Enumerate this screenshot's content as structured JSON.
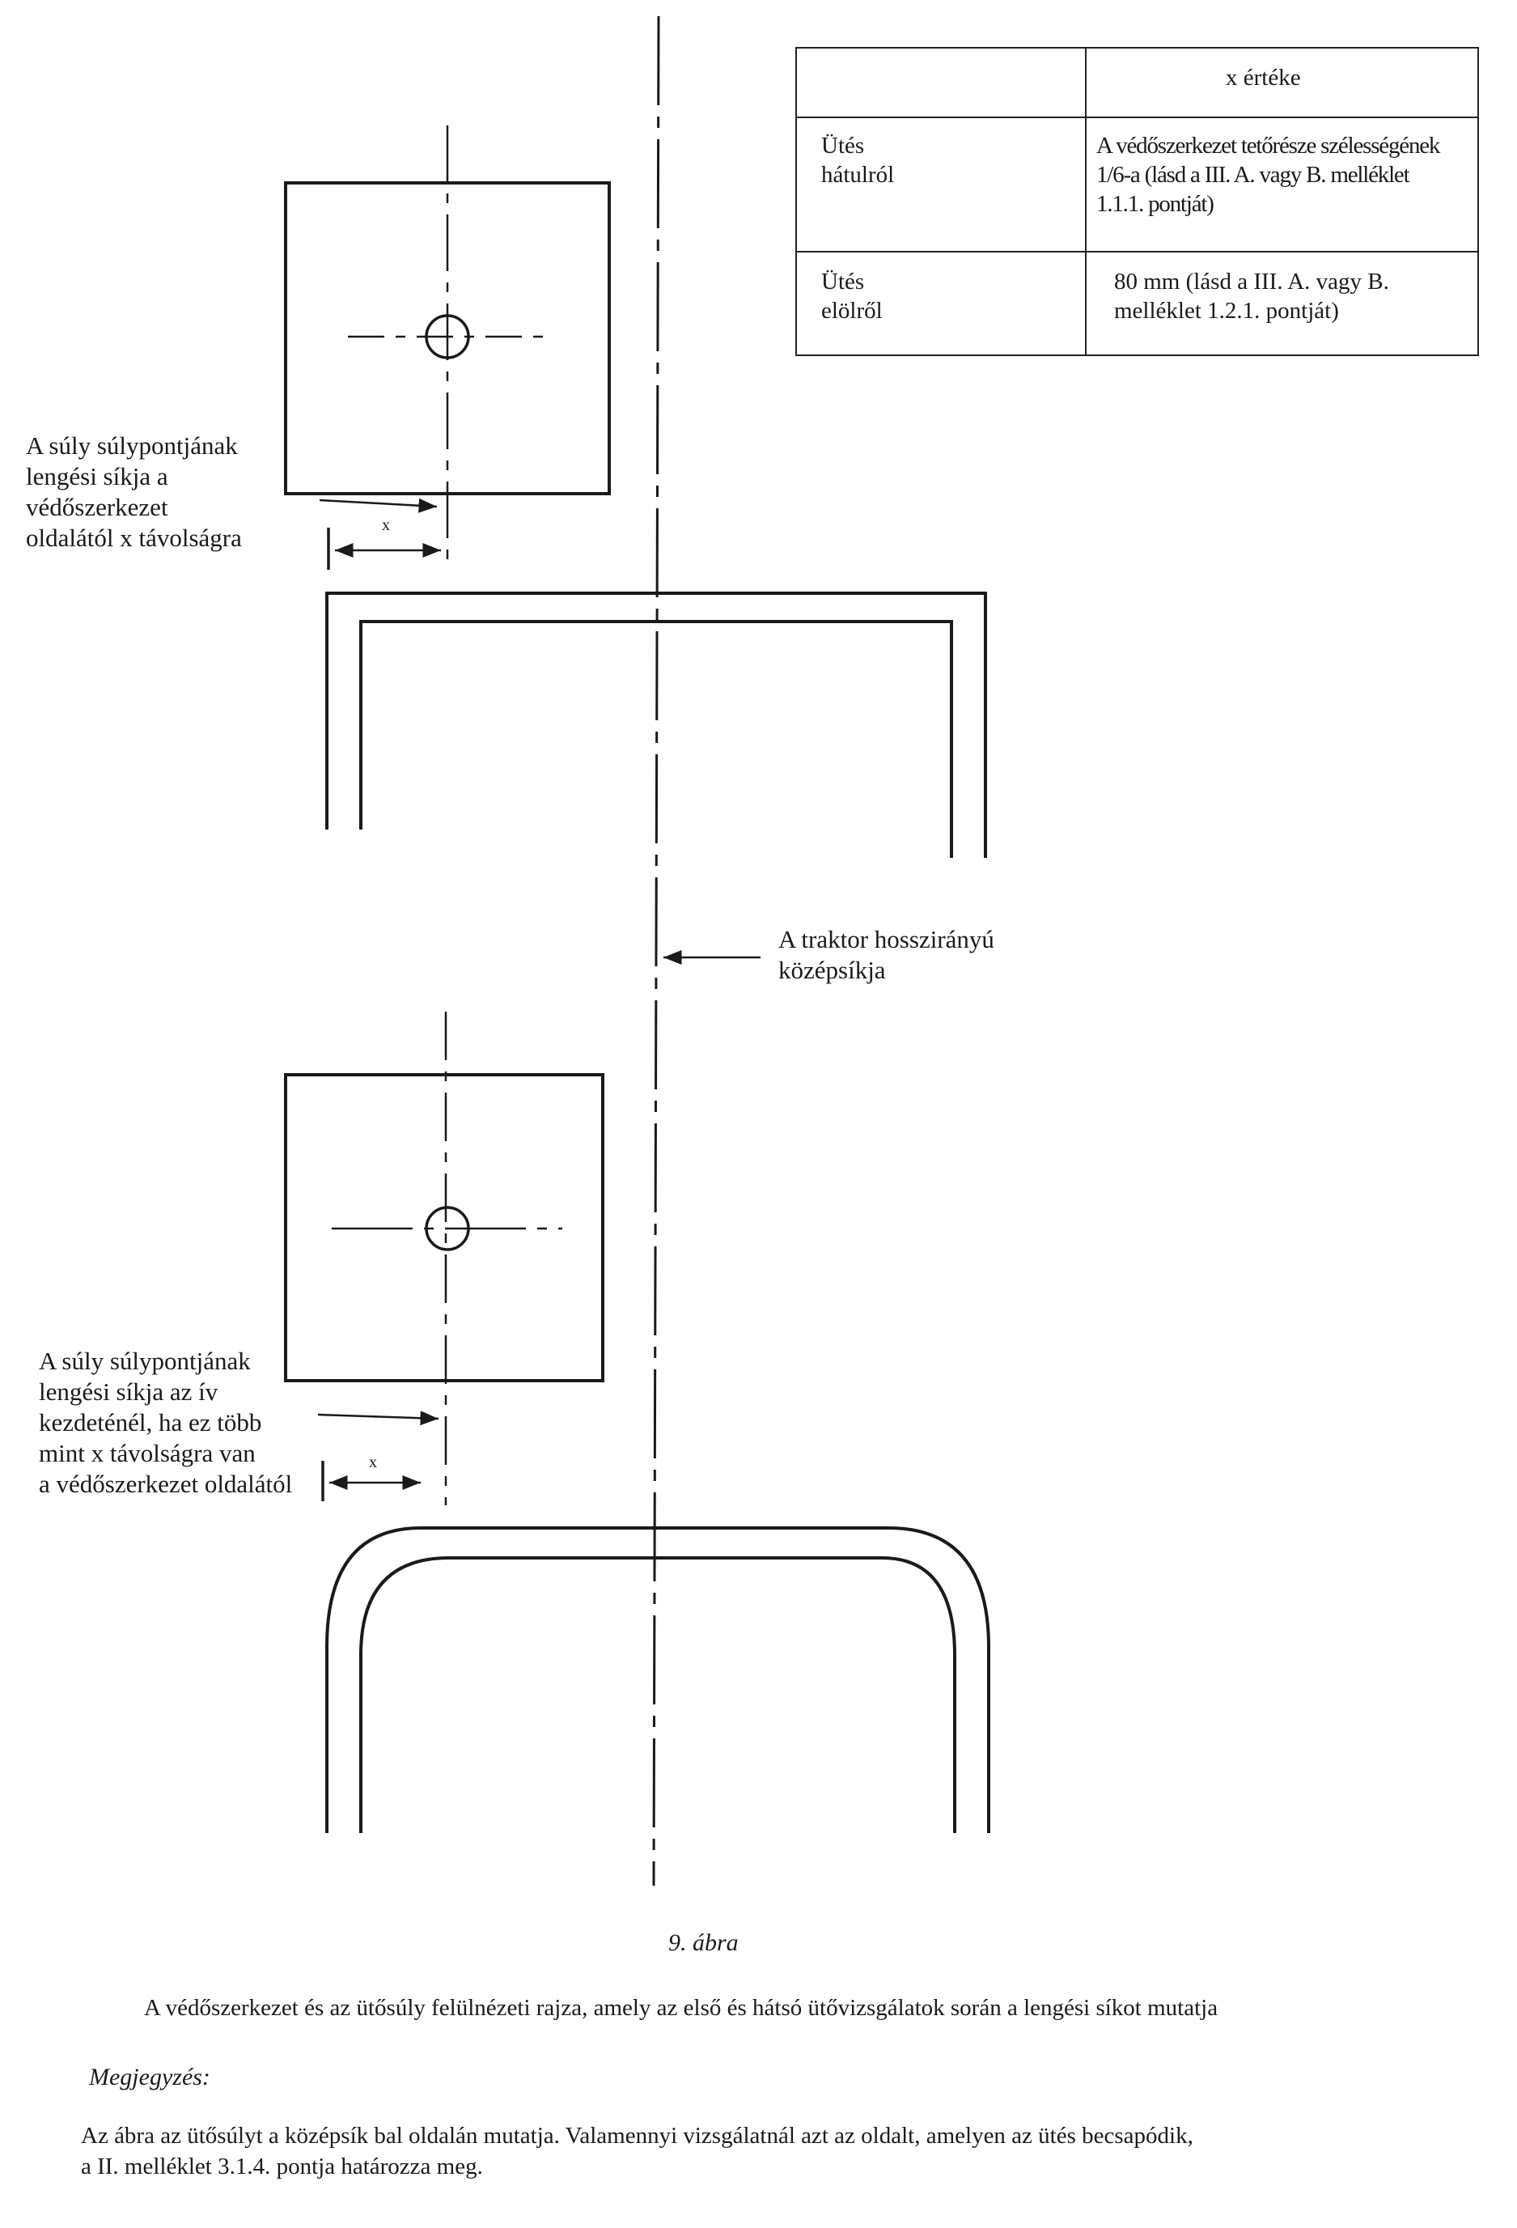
{
  "table": {
    "header": "x értéke",
    "rows": [
      {
        "label": "Ütés\nhátulról",
        "value": "A védőszerkezet tetőrésze szélességének\n1/6-a (lásd a III. A. vagy B. melléklet\n1.1.1. pontját)"
      },
      {
        "label": "Ütés\nelölről",
        "value": "80 mm (lásd a III. A. vagy B.\nmelléklet 1.2.1. pontját)"
      }
    ]
  },
  "labels": {
    "top_swing_plane": "A súly súlypontjának\nlengési síkja a\nvédőszerkezet\noldalától x távolságra",
    "center_plane": "A traktor hosszirányú\nközépsíkja",
    "bottom_swing_plane": "A súly súlypontjának\nlengési síkja az ív\nkezdeténél, ha ez több\nmint x távolságra van\na védőszerkezet oldalától",
    "x_top": "x",
    "x_bottom": "x"
  },
  "figure": {
    "number": "9. ábra",
    "caption": "A védőszerkezet és az ütősúly felülnézeti rajza, amely az első és hátsó ütővizsgálatok során a lengési síkot mutatja"
  },
  "note": {
    "heading": "Megjegyzés:",
    "text": "Az ábra az ütősúlyt a középsík bal oldalán mutatja. Valamennyi vizsgálatnál azt az oldalt, amelyen az ütés becsapódik,\na II. melléklet 3.1.4. pontja határozza meg."
  }
}
